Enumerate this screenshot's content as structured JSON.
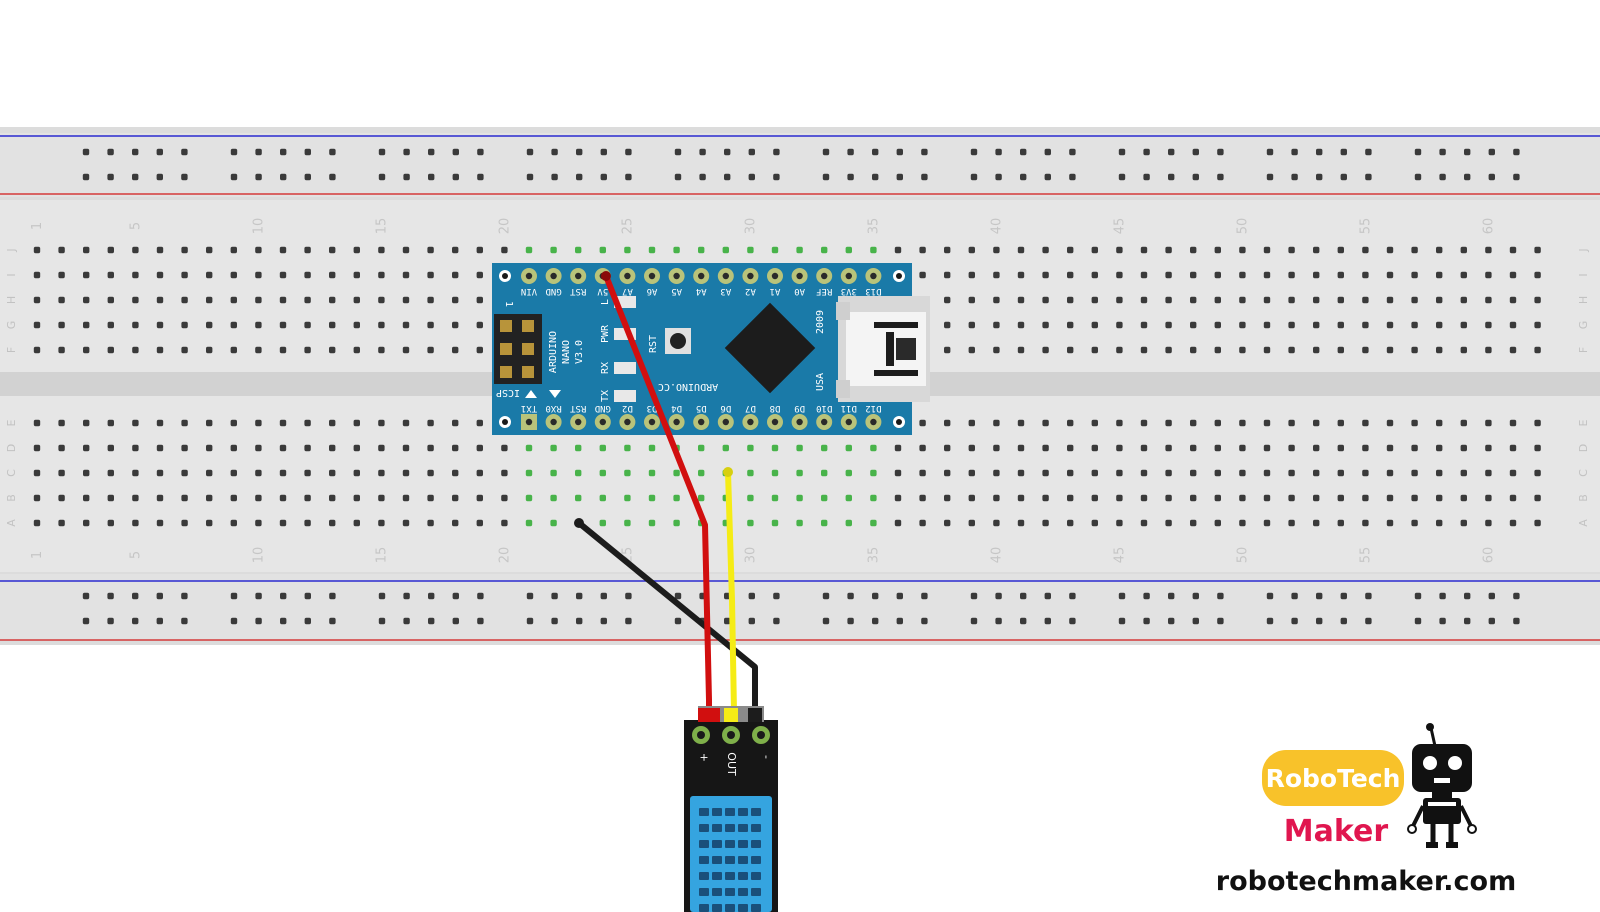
{
  "breadboard": {
    "column_labels": [
      "1",
      "5",
      "10",
      "15",
      "20",
      "25",
      "30",
      "35",
      "40",
      "45",
      "50",
      "55",
      "60"
    ],
    "row_labels_top": [
      "J",
      "I",
      "H",
      "G",
      "F"
    ],
    "row_labels_bottom": [
      "E",
      "D",
      "C",
      "B",
      "A"
    ]
  },
  "arduino": {
    "top_pins": [
      "VIN",
      "GND",
      "RST",
      "5V",
      "A7",
      "A6",
      "A5",
      "A4",
      "A3",
      "A2",
      "A1",
      "A0",
      "REF",
      "3V3",
      "D13"
    ],
    "bottom_pins": [
      "TX1",
      "RX0",
      "RST",
      "GND",
      "D2",
      "D3",
      "D4",
      "D5",
      "D6",
      "D7",
      "D8",
      "D9",
      "D10",
      "D11",
      "D12"
    ],
    "board_name": [
      "ARDUINO",
      "NANO",
      "V3.0"
    ],
    "icsp_label": "ICSP",
    "icsp_pin1": "1",
    "led_labels": [
      "L",
      "PWR",
      "RX",
      "TX"
    ],
    "reset_label": "RST",
    "brand_text": "ARDUINO.CC",
    "year_label": "2009",
    "country_label": "USA"
  },
  "sensor": {
    "pin_labels": [
      "+",
      "OUT",
      "-"
    ]
  },
  "logo": {
    "robotech": "RoboTech",
    "maker": "Maker",
    "website": "robotechmaker.com"
  },
  "colors": {
    "wire_vcc": "#d10f0f",
    "wire_data": "#f5ec16",
    "wire_gnd": "#1c1c1c",
    "board": "#1a7aa8",
    "sensor_grille": "#35a4e0",
    "rail_blue": "#2b2bd0",
    "rail_red": "#d43a3a"
  }
}
